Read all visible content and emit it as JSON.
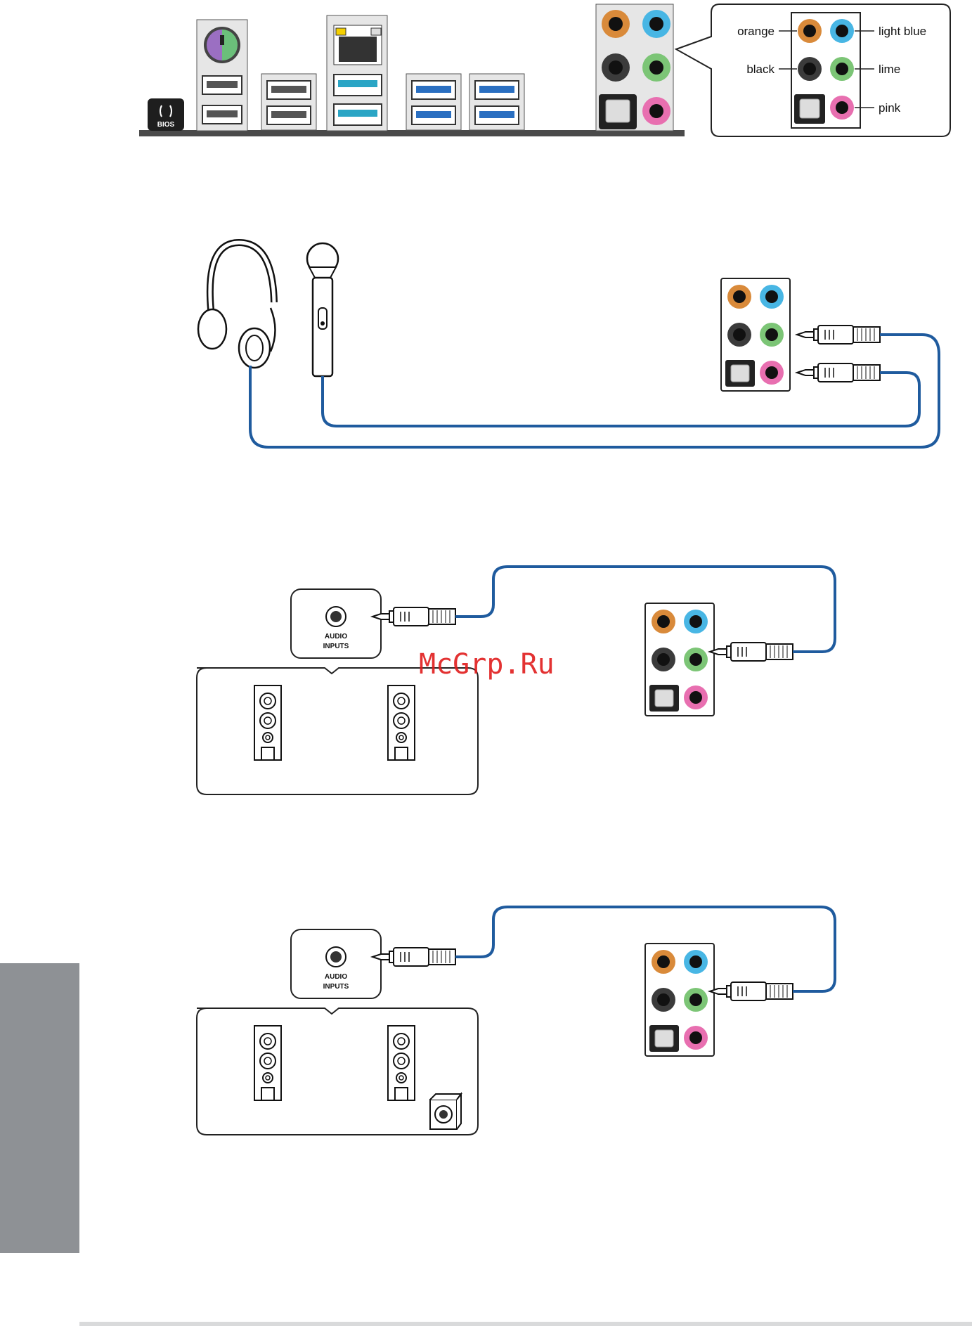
{
  "bios_button": {
    "label": "BIOS"
  },
  "legend": {
    "orange": "orange",
    "light_blue": "light blue",
    "black": "black",
    "lime": "lime",
    "pink": "pink"
  },
  "speaker_box_1": {
    "input_label_1": "AUDIO",
    "input_label_2": "INPUTS"
  },
  "speaker_box_2": {
    "input_label_1": "AUDIO",
    "input_label_2": "INPUTS"
  },
  "watermark": "McGrp.Ru",
  "colors": {
    "orange": "#d98a3a",
    "light_blue": "#48b6e4",
    "black": "#3b3b3b",
    "lime": "#7cc576",
    "pink": "#e86fb0",
    "cable": "#1f5b9e",
    "sidebar": "#8e9195"
  }
}
